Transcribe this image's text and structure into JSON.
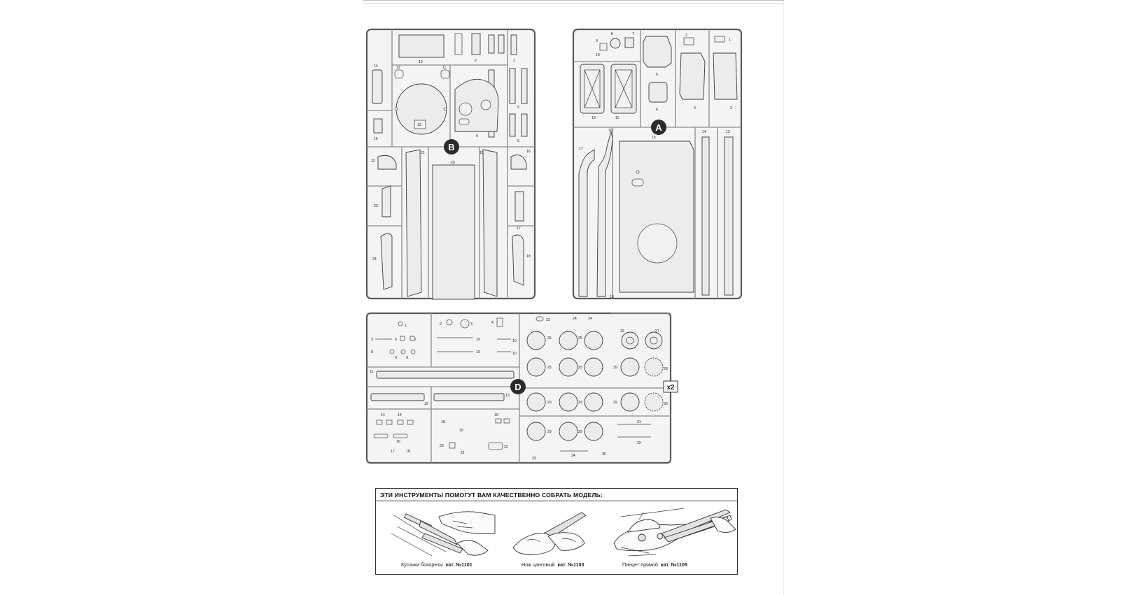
{
  "sprues": {
    "a": {
      "letter": "A"
    },
    "b": {
      "letter": "B"
    },
    "d": {
      "letter": "D",
      "multiplier": "x2"
    }
  },
  "tools": {
    "title": "ЭТИ ИНСТРУМЕНТЫ ПОМОГУТ ВАМ КАЧЕСТВЕННО СОБРАТЬ МОДЕЛЬ:",
    "items": [
      {
        "name": "Кусачки бокорезы",
        "cat": "кат. №1101",
        "icon": "side-cutters-icon"
      },
      {
        "name": "Нож цанговый",
        "cat": "кат. №1103",
        "icon": "hobby-knife-icon"
      },
      {
        "name": "Пинцет прямой",
        "cat": "кат. №1105",
        "icon": "tweezers-icon"
      }
    ]
  },
  "colors": {
    "frame": "#5a5a5a",
    "badge": "#2b2b2b",
    "paper": "#ffffff"
  }
}
